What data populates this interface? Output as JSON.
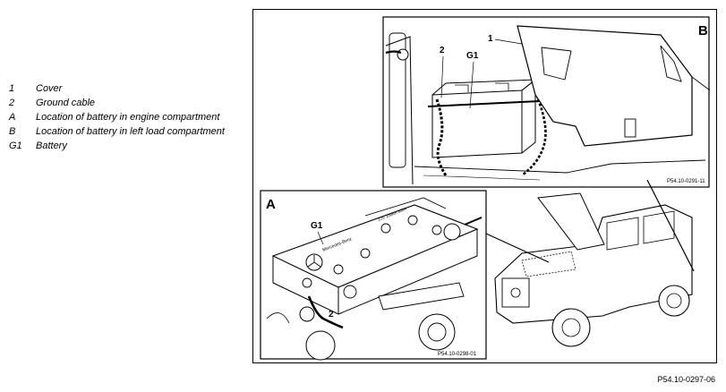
{
  "legend": [
    {
      "key": "1",
      "text": "Cover"
    },
    {
      "key": "2",
      "text": "Ground cable"
    },
    {
      "key": "A",
      "text": "Location of battery in engine compartment"
    },
    {
      "key": "B",
      "text": "Location of battery in left load compartment"
    },
    {
      "key": "G1",
      "text": "Battery"
    }
  ],
  "panel_b": {
    "letter": "B",
    "label_1": "1",
    "label_2": "2",
    "label_g1": "G1",
    "ref": "P54.10-0291-11"
  },
  "panel_a": {
    "letter": "A",
    "label_g1": "G1",
    "label_2": "2",
    "ref": "P54.10-0298-01",
    "battery_brand": "Mercedes-Benz",
    "battery_spec": "12V 100Ah 300A"
  },
  "figure_ref": "P54.10-0297-06"
}
